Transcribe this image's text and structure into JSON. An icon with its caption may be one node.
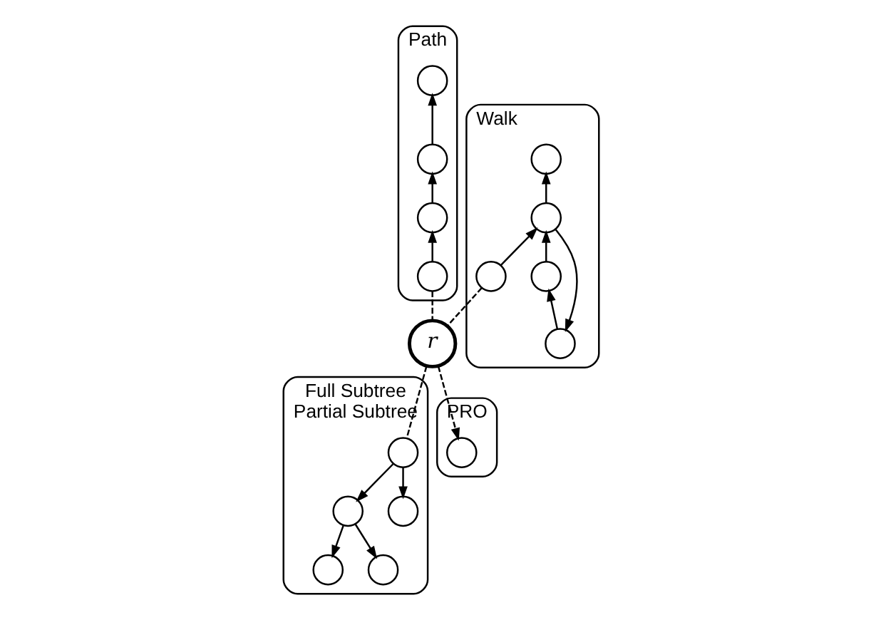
{
  "diagram": {
    "nodes": [
      {
        "text": [
          "Path"
        ]
      },
      {
        "text": [],
        "shape": "circle",
        "in": 0
      },
      {
        "text": [],
        "shape": "circle",
        "in": 0
      },
      {
        "text": [],
        "shape": "circle",
        "in": 0
      },
      {
        "text": [],
        "shape": "circle",
        "in": 0
      },
      {
        "text": [
          "Walk"
        ]
      },
      {
        "text": [],
        "shape": "circle",
        "in": 5
      },
      {
        "text": [],
        "shape": "circle",
        "in": 5
      },
      {
        "text": [],
        "shape": "circle",
        "in": 5
      },
      {
        "text": [],
        "shape": "circle",
        "in": 5
      },
      {
        "text": [],
        "shape": "circle",
        "in": 5
      },
      {
        "text": [
          "r"
        ]
      },
      {
        "text": [
          "Full Subtree",
          "Partial Subtree"
        ]
      },
      {
        "text": [],
        "shape": "circle",
        "in": 12
      },
      {
        "text": [],
        "shape": "circle",
        "in": 12
      },
      {
        "text": [],
        "shape": "circle",
        "in": 12
      },
      {
        "text": [],
        "shape": "circle",
        "in": 12
      },
      {
        "text": [],
        "shape": "circle",
        "in": 12
      },
      {
        "text": [
          "PRO"
        ]
      },
      {
        "text": [],
        "shape": "circle",
        "in": 18
      }
    ],
    "edges": [
      {
        "from": 4,
        "to": 3,
        "arrow": "to"
      },
      {
        "from": 3,
        "to": 2,
        "arrow": "to"
      },
      {
        "from": 2,
        "to": 1,
        "arrow": "to"
      },
      {
        "from": 11,
        "to": 4,
        "arrow": "none",
        "style": "dashed"
      },
      {
        "from": 9,
        "to": 7,
        "arrow": "to"
      },
      {
        "from": 7,
        "to": 6,
        "arrow": "to"
      },
      {
        "from": 7,
        "to": 10,
        "arrow": "to"
      },
      {
        "from": 10,
        "to": 8,
        "arrow": "to"
      },
      {
        "from": 8,
        "to": 7,
        "arrow": "to"
      },
      {
        "from": 11,
        "to": 9,
        "arrow": "none",
        "style": "dashed"
      },
      {
        "from": 11,
        "to": 13,
        "arrow": "none",
        "style": "dashed"
      },
      {
        "from": 13,
        "to": 14,
        "arrow": "to"
      },
      {
        "from": 13,
        "to": 15,
        "arrow": "to"
      },
      {
        "from": 14,
        "to": 16,
        "arrow": "to"
      },
      {
        "from": 14,
        "to": 17,
        "arrow": "to"
      },
      {
        "from": 11,
        "to": 19,
        "arrow": "to",
        "style": "dashed"
      }
    ]
  }
}
